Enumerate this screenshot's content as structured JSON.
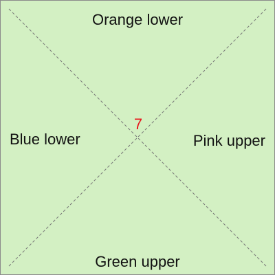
{
  "labels": {
    "top": "Orange lower",
    "left": "Blue lower",
    "right": "Pink upper",
    "bottom": "Green upper"
  },
  "center_number": "7",
  "colors": {
    "background": "#d3f0c3",
    "border": "#8a8a8a",
    "diagonal": "#777777",
    "number": "#e8141b",
    "text": "#111111"
  }
}
